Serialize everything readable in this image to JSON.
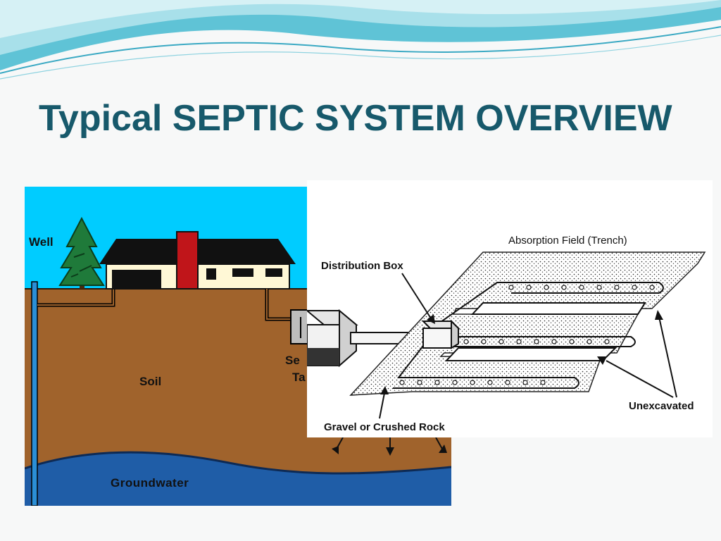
{
  "slide": {
    "title": "Typical SEPTIC SYSTEM OVERVIEW"
  },
  "colors": {
    "title": "#17596b",
    "sky": "#00ccff",
    "soil": "#a0632c",
    "groundwater": "#1f5da7",
    "header_wave": "#5fc3d6"
  },
  "left_figure": {
    "labels": {
      "well": "Well",
      "soil": "Soil",
      "groundwater": "Groundwater",
      "septic_tank_partial_1": "Se",
      "septic_tank_partial_2": "Ta"
    }
  },
  "right_figure": {
    "labels": {
      "absorption_field": "Absorption Field (Trench)",
      "distribution_box": "Distribution Box",
      "gravel": "Gravel or Crushed Rock",
      "unexcavated": "Unexcavated"
    }
  }
}
